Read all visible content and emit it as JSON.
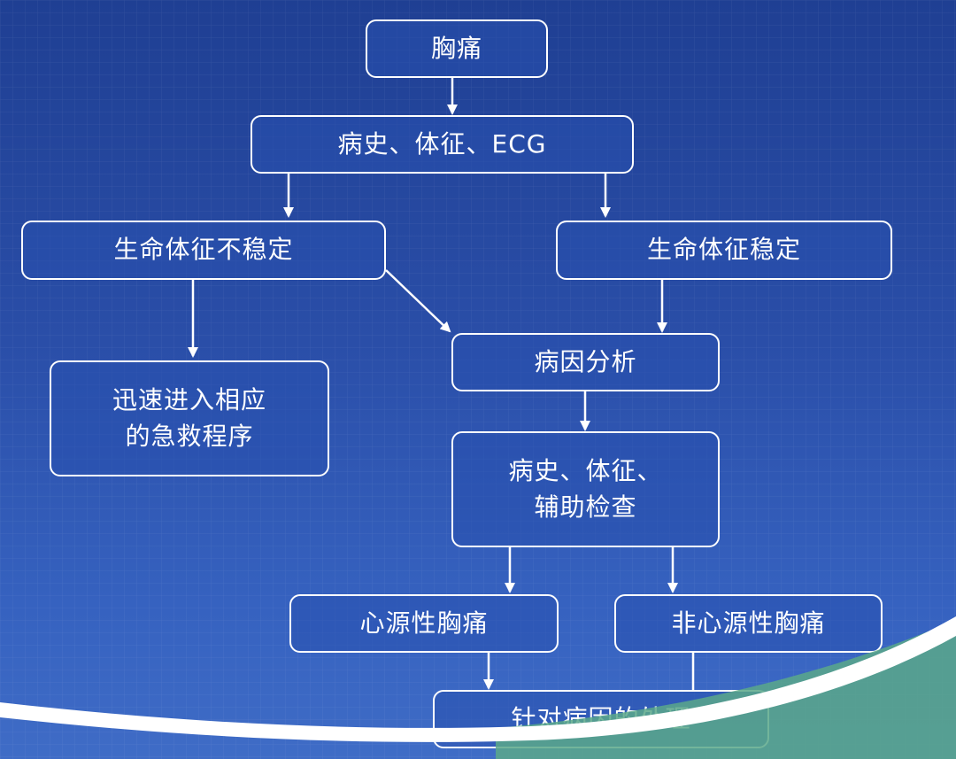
{
  "nodes": {
    "chest_pain": "胸痛",
    "history_signs_ecg": "病史、体征、ECG",
    "vitals_unstable": "生命体征不稳定",
    "vitals_stable": "生命体征稳定",
    "emergency": "迅速进入相应\n的急救程序",
    "cause_analysis": "病因分析",
    "history_aux_exam": "病史、体征、\n辅助检查",
    "cardiac_pain": "心源性胸痛",
    "noncardiac_pain": "非心源性胸痛",
    "treat_cause": "针对病因的处理"
  },
  "colors": {
    "background_top": "#1f3f93",
    "background_bottom": "#3f6cc6",
    "box_border": "#ffffff",
    "text": "#ffffff",
    "accent_wave": "#5aa889"
  }
}
